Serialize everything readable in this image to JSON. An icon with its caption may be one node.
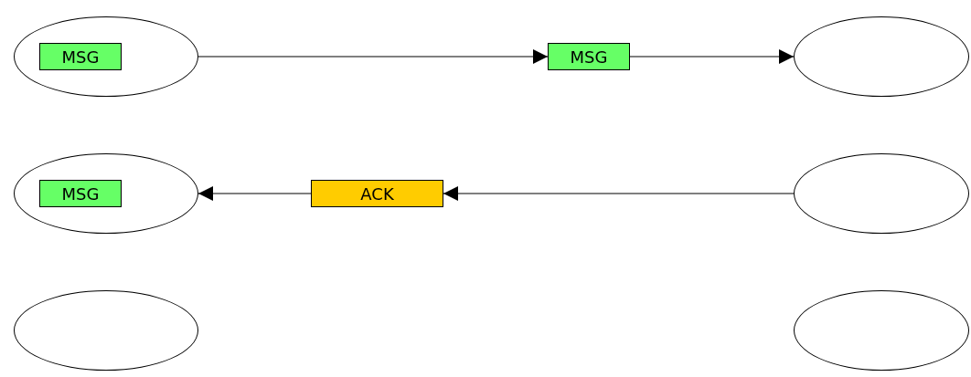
{
  "diagram": {
    "nodes": [
      {
        "text": [],
        "shape": "ellipse"
      },
      {
        "text": [
          "MSG"
        ],
        "in": 0
      },
      {
        "text": [
          "MSG"
        ]
      },
      {
        "text": [],
        "shape": "ellipse"
      },
      {
        "text": [],
        "shape": "ellipse"
      },
      {
        "text": [
          "MSG"
        ],
        "in": 4
      },
      {
        "text": [
          "ACK"
        ]
      },
      {
        "text": [],
        "shape": "ellipse"
      },
      {
        "text": [],
        "shape": "ellipse"
      },
      {
        "text": [],
        "shape": "ellipse"
      }
    ],
    "edges": [
      {
        "from": 0,
        "to": 2,
        "arrow": "to"
      },
      {
        "from": 2,
        "to": 3,
        "arrow": "to"
      },
      {
        "from": 7,
        "to": 6,
        "arrow": "to"
      },
      {
        "from": 6,
        "to": 4,
        "arrow": "to"
      }
    ]
  }
}
